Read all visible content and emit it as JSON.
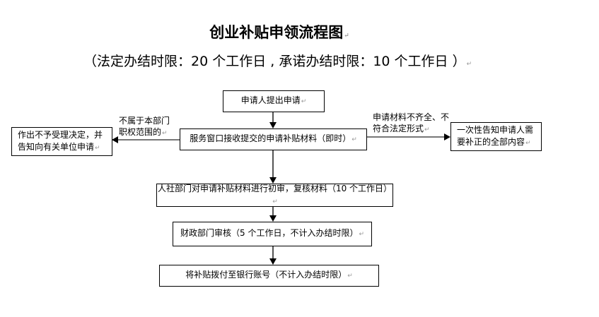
{
  "title": "创业补贴申领流程图",
  "subtitle": "（法定办结时限：20 个工作日 , 承诺办结时限：10 个工作日 ）",
  "steps": [
    "申请人提出申请",
    "服务窗口接收提交的申请补贴材料（即时）",
    "人社部门对申请补贴材料进行初审，复核材料（10 个工作日）",
    "财政部门审核（5 个工作日，不计入办结时限）",
    "将补贴拨付至银行账号（不计入办结时限）"
  ],
  "reject": {
    "condition_line1": "不属于本部门",
    "condition_line2": "职权范围的",
    "result_line1": "作出不予受理决定，并",
    "result_line2": "告知向有关单位申请"
  },
  "incomplete": {
    "condition_line1": "申请材料不齐全、不",
    "condition_line2": "符合法定形式",
    "result_line1": "一次性告知申请人需",
    "result_line2": "要补正的全部内容"
  }
}
